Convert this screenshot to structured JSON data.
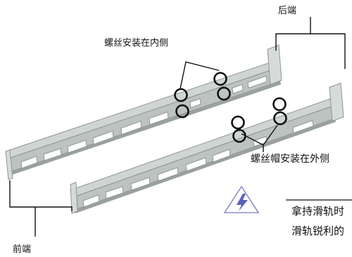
{
  "labels": {
    "rear_end": "后端",
    "screws_inside": "螺丝安装在内侧",
    "nuts_outside": "螺丝帽安装在外侧",
    "front_end": "前端"
  },
  "warning": {
    "icon": "caution-lightning-icon",
    "line1": "拿持滑轨时",
    "line2": "滑轨锐利的"
  }
}
